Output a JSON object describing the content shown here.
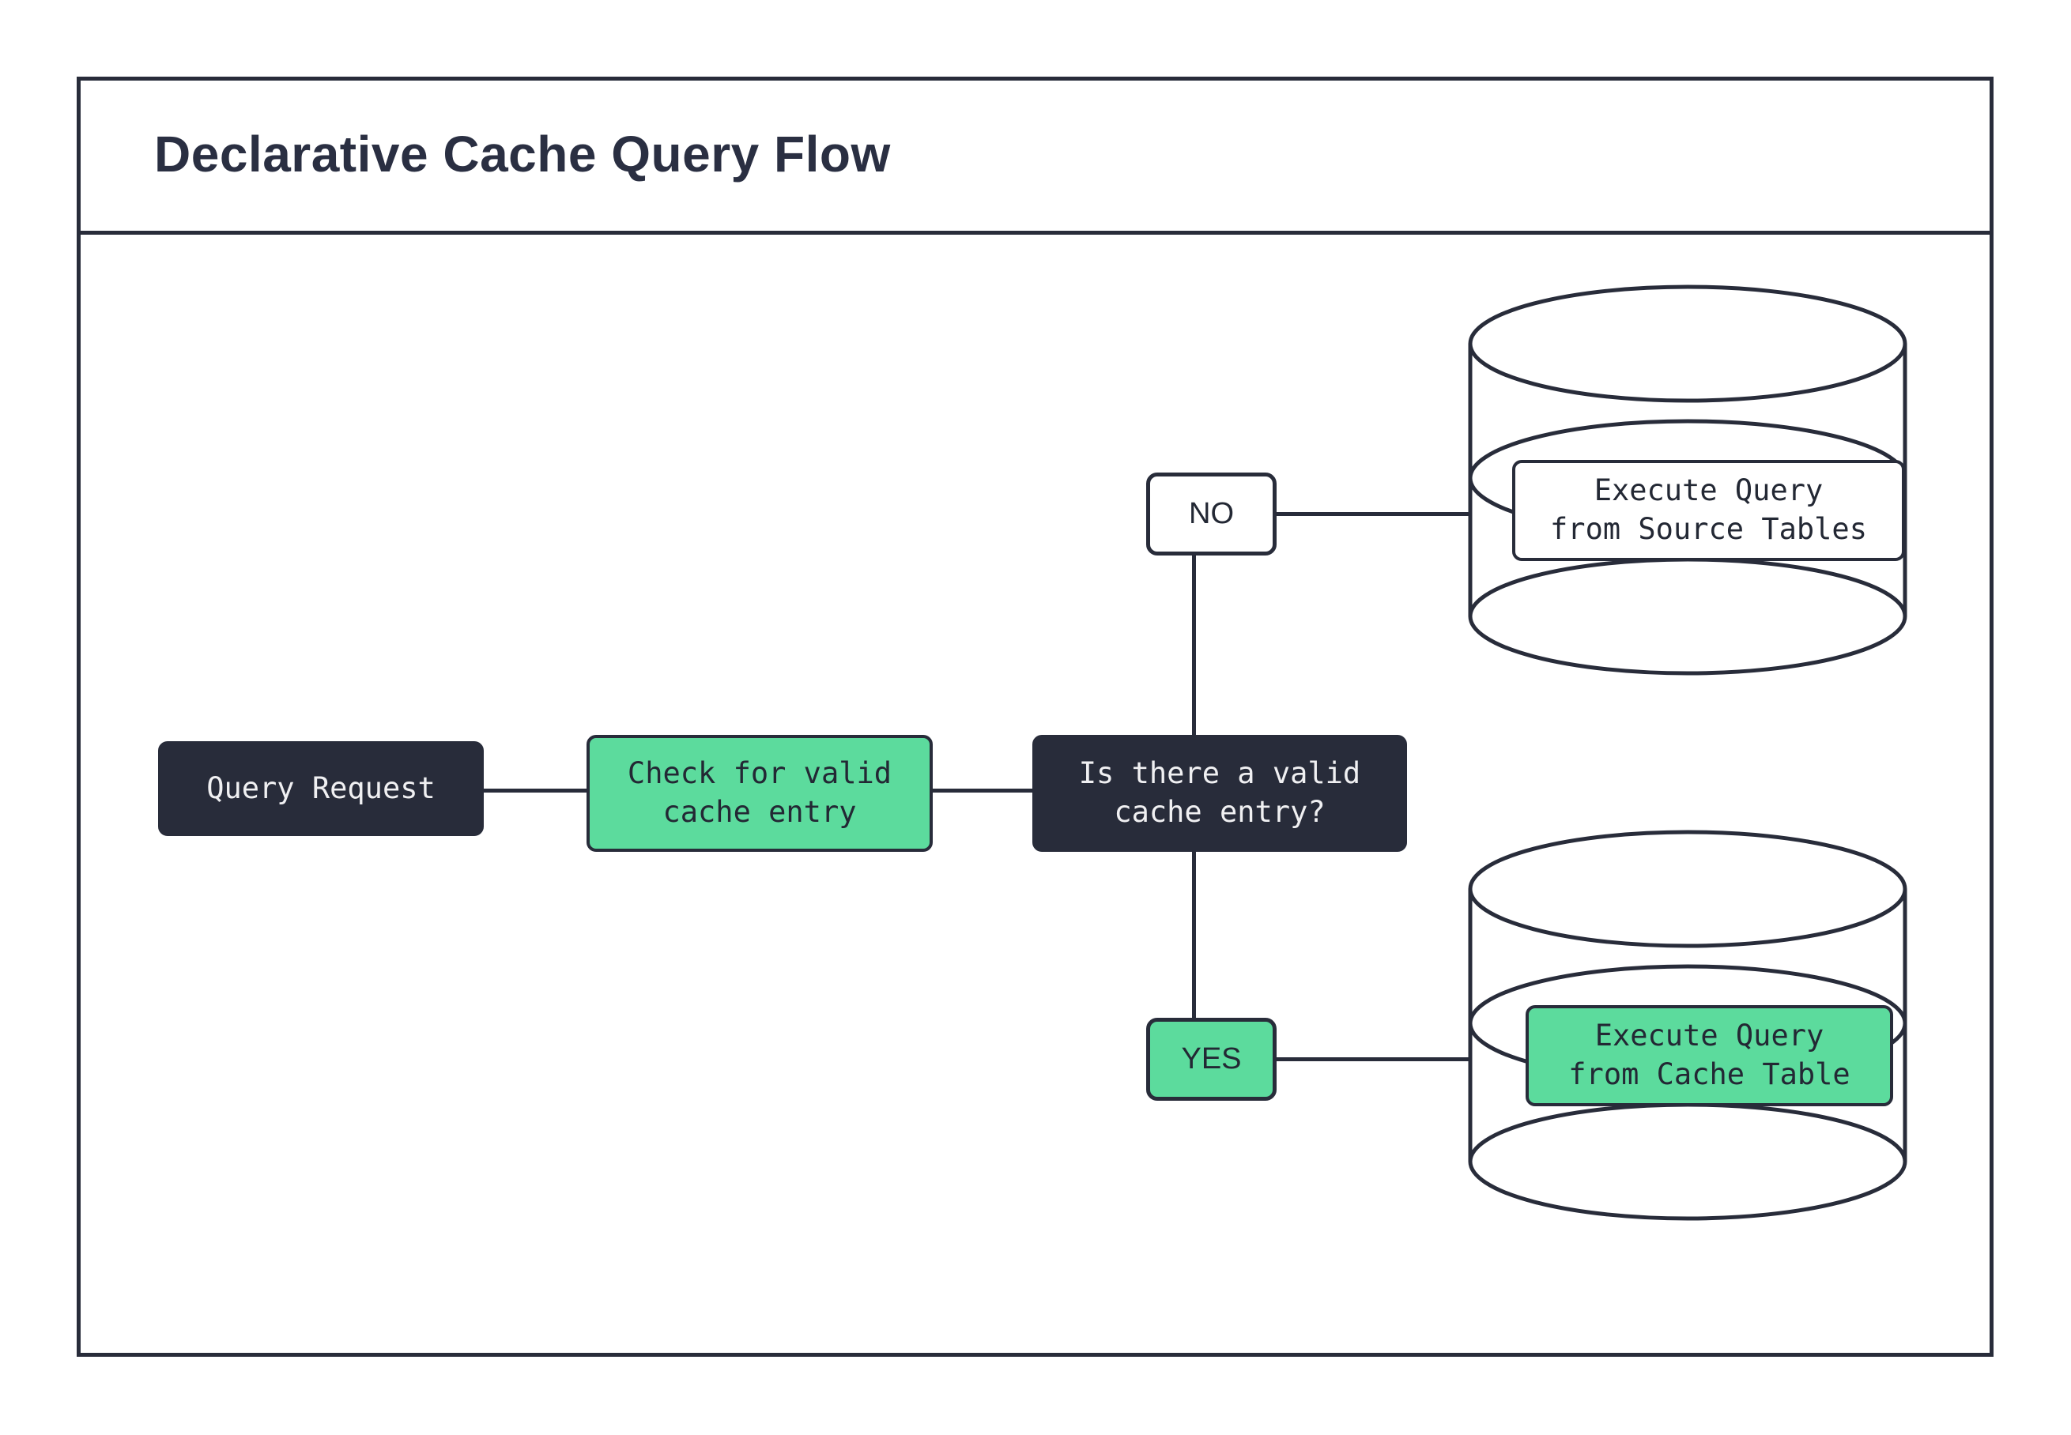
{
  "page": {
    "background": "#ffffff",
    "accent_green": "#5cdb9d",
    "ink": "#282c3a"
  },
  "header": {
    "title": "Declarative Cache Query Flow"
  },
  "flow": {
    "nodes": [
      {
        "id": "query-request",
        "label": "Query Request",
        "style": "dark"
      },
      {
        "id": "check-cache",
        "label": "Check for valid\ncache entry",
        "style": "green"
      },
      {
        "id": "decision",
        "label": "Is there a valid\ncache entry?",
        "style": "dark"
      },
      {
        "id": "source-tables",
        "label": "Execute Query\nfrom Source Tables",
        "style": "white"
      },
      {
        "id": "cache-table",
        "label": "Execute Query\nfrom Cache Table",
        "style": "green"
      }
    ],
    "edge_labels": [
      {
        "id": "branch-no",
        "label": "NO",
        "style": "white"
      },
      {
        "id": "branch-yes",
        "label": "YES",
        "style": "green"
      }
    ],
    "datastores": [
      {
        "id": "source-datastore",
        "icon": "database-cylinder-icon"
      },
      {
        "id": "cache-datastore",
        "icon": "database-cylinder-icon"
      }
    ]
  }
}
